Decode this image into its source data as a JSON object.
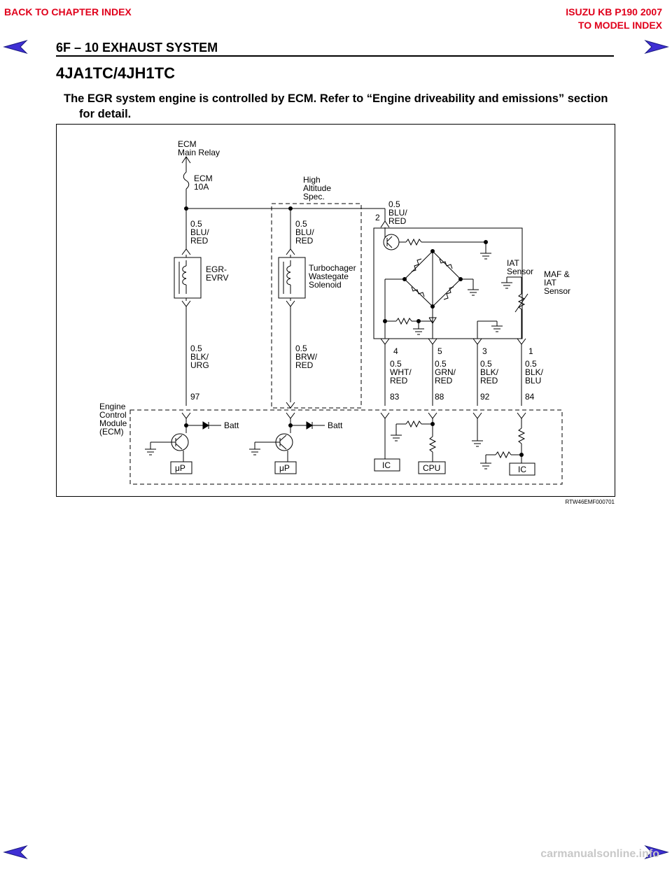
{
  "nav": {
    "back_chapter": "BACK TO CHAPTER INDEX",
    "model_title": "ISUZU KB P190 2007",
    "to_model": "TO MODEL INDEX",
    "link_color": "#e0001b",
    "arrow_color": "#3f2fd4"
  },
  "page": {
    "section_title": "6F – 10   EXHAUST SYSTEM",
    "heading": "4JA1TC/4JH1TC",
    "intro": "The EGR system engine is controlled by ECM. Refer to “Engine driveability and emissions” section for detail."
  },
  "diagram": {
    "relay": [
      "ECM",
      "Main Relay"
    ],
    "fuse": [
      "ECM",
      "10A"
    ],
    "high_alt": [
      "High",
      "Altitude",
      "Spec."
    ],
    "egr_wire_top": [
      "0.5",
      "BLU/",
      "RED"
    ],
    "tws_wire_top": [
      "0.5",
      "BLU/",
      "RED"
    ],
    "maf_wire_top": [
      "0.5",
      "BLU/",
      "RED"
    ],
    "maf_pin_top": "2",
    "egr_name": [
      "EGR-",
      "EVRV"
    ],
    "tws_name": [
      "Turbochager",
      "Wastegate",
      "Solenoid"
    ],
    "iat_name": [
      "IAT",
      "Sensor"
    ],
    "maf_name": [
      "MAF &",
      "IAT",
      "Sensor"
    ],
    "egr_wire_bottom": [
      "0.5",
      "BLK/",
      "URG"
    ],
    "tws_wire_bottom": [
      "0.5",
      "BRW/",
      "RED"
    ],
    "egr_term": "97",
    "maf_pins": [
      "4",
      "5",
      "3",
      "1"
    ],
    "maf_wires": [
      [
        "0.5",
        "WHT/",
        "RED"
      ],
      [
        "0.5",
        "GRN/",
        "RED"
      ],
      [
        "0.5",
        "BLK/",
        "RED"
      ],
      [
        "0.5",
        "BLK/",
        "BLU"
      ]
    ],
    "maf_terms": [
      "83",
      "88",
      "92",
      "84"
    ],
    "ecm_label": [
      "Engine",
      "Control",
      "Module",
      "(ECM)"
    ],
    "batt": "Batt",
    "up_box": "μP",
    "ic_box": "IC",
    "cpu_box": "CPU",
    "fig_code": "RTW46EMF000701"
  },
  "watermark": "carmanualsonline.info"
}
